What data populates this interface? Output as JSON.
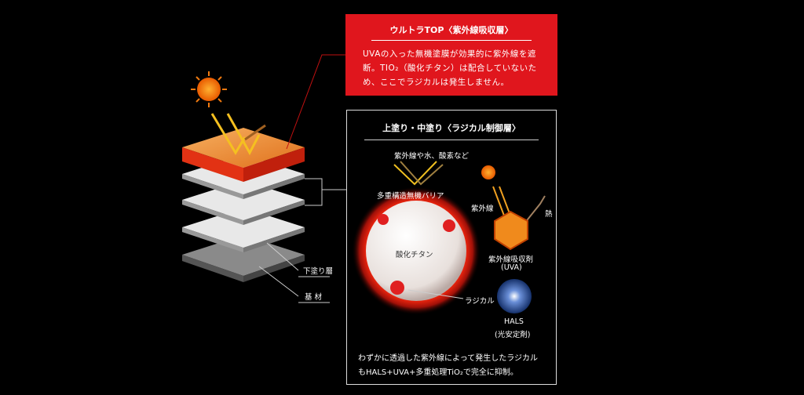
{
  "top_layer": {
    "title": "ウルトラTOP〈紫外線吸収層〉",
    "body": "UVAの入った無機塗膜が効果的に紫外線を遮断。TIO₂（酸化チタン）は配合していないため、ここでラジカルは発生しません。"
  },
  "mid_layer": {
    "title": "上塗り・中塗り〈ラジカル制御層〉",
    "incoming_label": "紫外線や水、酸素など",
    "barrier_label": "多重構造無機バリア",
    "titanium_label": "酸化チタン",
    "radical_label": "ラジカル",
    "uv_label": "紫外線",
    "heat_label": "熱",
    "uva_label": "紫外線吸収剤",
    "uva_sub": "(UVA)",
    "hals_label": "HALS",
    "hals_sub": "(光安定剤)",
    "footer_line1": "わずかに透過した紫外線によって発生したラジカル",
    "footer_line2": "もHALS+UVA+多重処理TiO₂で完全に抑制。"
  },
  "stack_labels": {
    "undercoat": "下塗り層",
    "substrate": "基 材"
  },
  "colors": {
    "accent_red": "#e0161d",
    "orange": "#f08a1c"
  }
}
